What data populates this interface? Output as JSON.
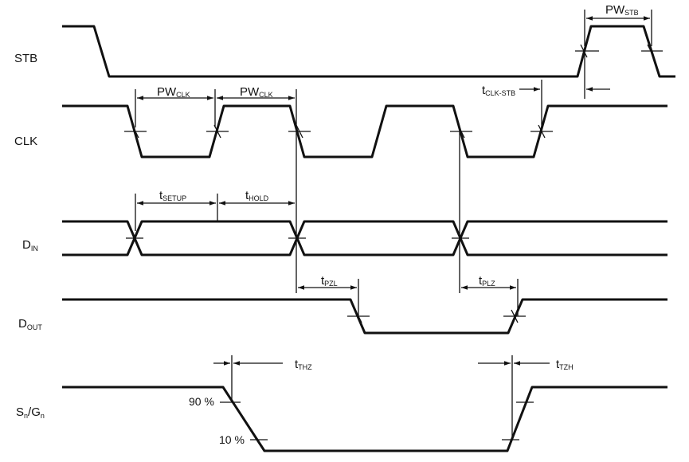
{
  "signals": {
    "stb": {
      "main": "STB",
      "sub": ""
    },
    "clk": {
      "main": "CLK",
      "sub": ""
    },
    "din": {
      "main": "D",
      "sub": "IN"
    },
    "dout": {
      "main": "D",
      "sub": "OUT"
    },
    "sngn": {
      "main": "S",
      "sub": "n",
      "main2": "/G",
      "sub2": "n"
    }
  },
  "timing": {
    "pw_stb": {
      "main": "PW",
      "sub": "STB"
    },
    "pw_clk_1": {
      "main": "PW",
      "sub": "CLK"
    },
    "pw_clk_2": {
      "main": "PW",
      "sub": "CLK"
    },
    "t_clk_stb": {
      "main": "t",
      "sub": "CLK-STB"
    },
    "t_setup": {
      "main": "t",
      "sub": "SETUP"
    },
    "t_hold": {
      "main": "t",
      "sub": "HOLD"
    },
    "t_pzl": {
      "main": "t",
      "sub": "PZL"
    },
    "t_plz": {
      "main": "t",
      "sub": "PLZ"
    },
    "t_thz": {
      "main": "t",
      "sub": "THZ"
    },
    "t_tzh": {
      "main": "t",
      "sub": "TZH"
    }
  },
  "levels": {
    "pct_90": "90 %",
    "pct_10": "10 %"
  }
}
